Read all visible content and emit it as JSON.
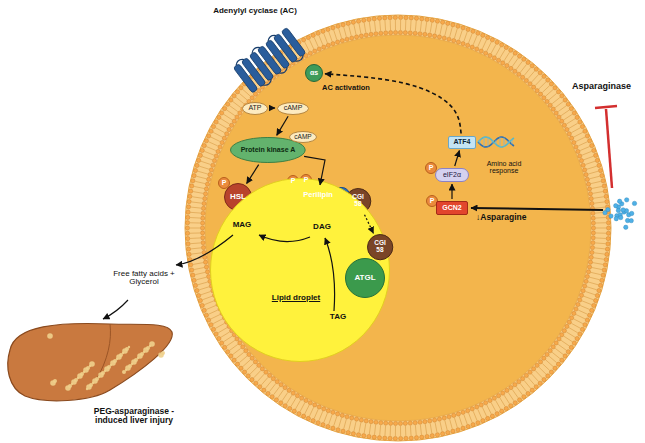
{
  "diagram": {
    "nodes": [
      {
        "text": [
          "Adenylyl cyclase (AC)"
        ]
      },
      {
        "text": [
          "αs"
        ]
      },
      {
        "text": [
          "ATP"
        ]
      },
      {
        "text": [
          "cAMP"
        ]
      },
      {
        "text": [
          "Protein kinase A"
        ]
      },
      {
        "text": [
          "cAMP"
        ]
      },
      {
        "text": [
          "P"
        ]
      },
      {
        "text": [
          "HSL"
        ]
      },
      {
        "text": [
          "P"
        ]
      },
      {
        "text": [
          "P"
        ]
      },
      {
        "text": [
          "Perilipin"
        ]
      },
      {
        "text": [
          "CGI 58"
        ]
      },
      {
        "text": [
          "ATF4"
        ]
      },
      {
        "text": [
          "P"
        ]
      },
      {
        "text": [
          "eIF2α"
        ]
      },
      {
        "text": [
          "P"
        ]
      },
      {
        "text": [
          "GCN2"
        ]
      },
      {
        "text": [
          "Lipid droplet"
        ]
      },
      {
        "text": [
          "CGI 58"
        ],
        "in": 17
      },
      {
        "text": [
          "ATGL"
        ],
        "in": 17
      }
    ],
    "edges": [
      {
        "from": 2,
        "to": 3,
        "arrow": "to"
      },
      {
        "from": 3,
        "to": 4,
        "arrow": "to"
      },
      {
        "from": 4,
        "to": 7,
        "arrow": "to"
      },
      {
        "from": 4,
        "to": 10,
        "arrow": "to"
      },
      {
        "from": 11,
        "to": 18,
        "arrow": "to"
      },
      {
        "from": 16,
        "to": 14,
        "arrow": "to"
      },
      {
        "from": 14,
        "to": 12,
        "arrow": "to"
      },
      {
        "from": 12,
        "to": 1,
        "label": "AC activation",
        "arrow": "to"
      }
    ],
    "labels": [
      "MAG",
      "DAG",
      "TAG",
      "Free fatty acids + Glycerol",
      "Amino acid response",
      "↓Asparagine",
      "Asparaginase",
      "PEG-asparaginase -induced liver injury"
    ]
  }
}
